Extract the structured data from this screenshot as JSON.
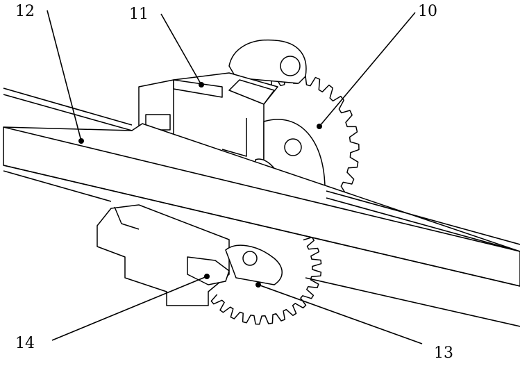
{
  "figure": {
    "labels": [
      {
        "id": "12",
        "text": "12"
      },
      {
        "id": "11",
        "text": "11"
      },
      {
        "id": "10",
        "text": "10"
      },
      {
        "id": "14",
        "text": "14"
      },
      {
        "id": "13",
        "text": "13"
      }
    ]
  }
}
